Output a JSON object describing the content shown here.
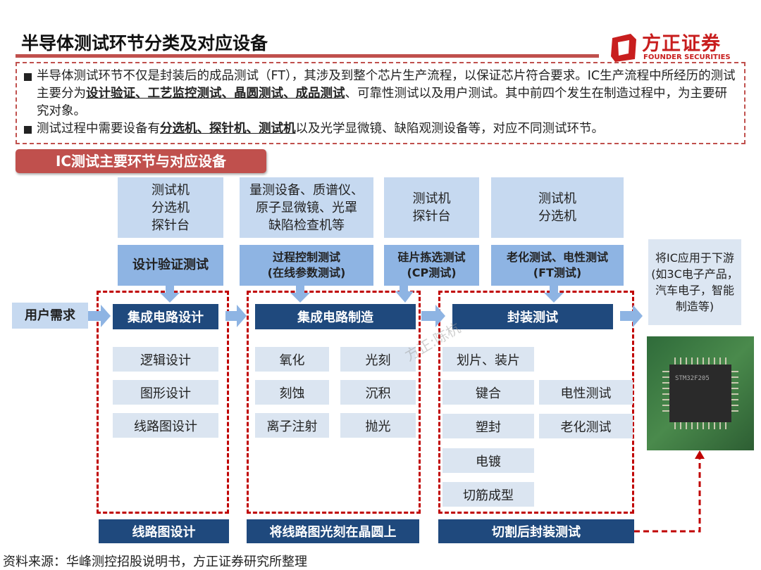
{
  "title": "半导体测试环节分类及对应设备",
  "logo": {
    "cn": "方正证券",
    "en": "FOUNDER SECURITIES"
  },
  "intro": {
    "p1_a": "半导体测试环节不仅是封装后的成品测试（FT），其涉及到整个芯片生产流程，以保证芯片符合要求。IC生产流程中所经历的测试主要分为",
    "p1_bold": "设计验证、工艺监控测试、晶圆测试、成品测试",
    "p1_b": "、可靠性测试以及用户测试。其中前四个发生在制造过程中，为主要研究对象。",
    "p2_a": "测试过程中需要设备有",
    "p2_bold": "分选机、探针机、测试机",
    "p2_b": "以及光学显微镜、缺陷观测设备等，对应不同测试环节。"
  },
  "section_label": "IC测试主要环节与对应设备",
  "equipment": [
    "测试机\n分选机\n探针台",
    "量测设备、质谱仪、\n原子显微镜、光罩\n缺陷检查机等",
    "测试机\n探针台",
    "测试机\n分选机"
  ],
  "tests": [
    "设计验证测试",
    "过程控制测试\n(在线参数测试)",
    "硅片拣选测试\n(CP测试)",
    "老化测试、电性测试\n(FT测试)"
  ],
  "downstream": "将IC应用于下游\n(如3C电子产品，\n汽车电子，智能\n制造等)",
  "user_demand": "用户需求",
  "stages": [
    "集成电路设计",
    "集成电路制造",
    "封装测试"
  ],
  "design_steps": [
    "逻辑设计",
    "图形设计",
    "线路图设计"
  ],
  "manufacture_steps": [
    "氧化",
    "光刻",
    "刻蚀",
    "沉积",
    "离子注射",
    "抛光"
  ],
  "package_steps": [
    "划片、装片",
    "键合",
    "电性测试",
    "塑封",
    "老化测试",
    "电镀",
    "切筋成型"
  ],
  "outputs": [
    "线路图设计",
    "将线路图光刻在晶圆上",
    "切割后封装测试"
  ],
  "chip_label": "STM32F205",
  "watermark": "方正:陈杭",
  "source": "资料来源：华峰测控招股说明书，方正证券研究所整理"
}
